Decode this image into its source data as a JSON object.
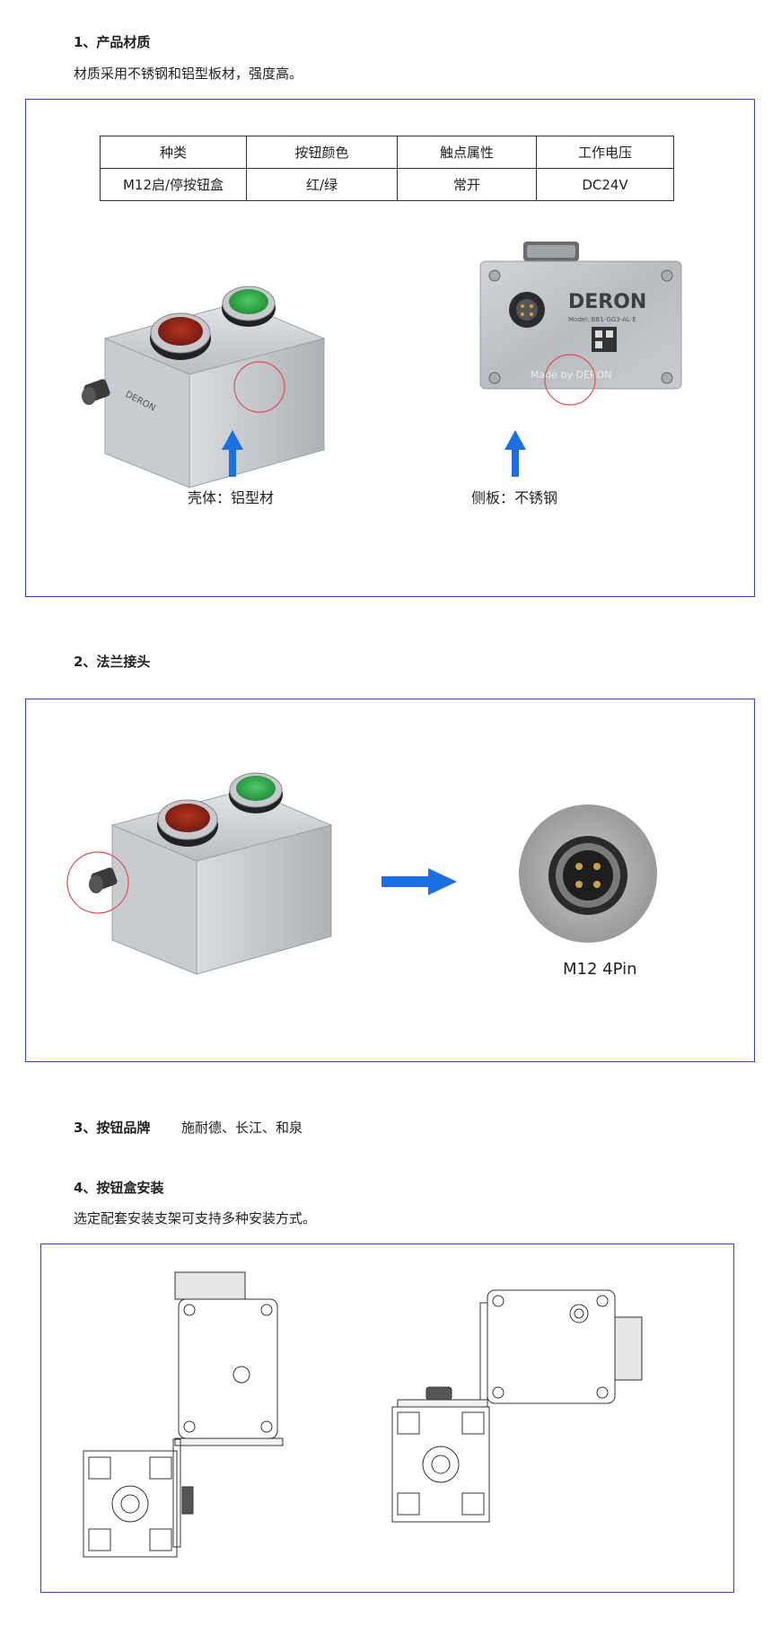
{
  "section1": {
    "heading": "1、产品材质",
    "desc": "材质采用不锈钢和铝型板材，强度高。",
    "table": {
      "headers": [
        "种类",
        "按钮颜色",
        "触点属性",
        "工作电压"
      ],
      "row": [
        "M12启/停按钮盒",
        "红/绿",
        "常开",
        "DC24V"
      ]
    },
    "label_left": "壳体：铝型材",
    "label_right": "侧板：不锈钢",
    "brand_text": "DERON",
    "model_text": "Model: BB1-GG3-AL-E",
    "made_text": "Made by DERON"
  },
  "section2": {
    "heading": "2、法兰接头",
    "connector_label": "M12 4Pin"
  },
  "section3": {
    "heading": "3、按钮品牌",
    "brands": "施耐德、长江、和泉"
  },
  "section4": {
    "heading": "4、按钮盒安装",
    "desc": "选定配套安装支架可支持多种安装方式。"
  },
  "colors": {
    "frame": "#3b3bd6",
    "arrow": "#1c6fe0",
    "circle": "#e05050",
    "red_button": "#a12a1a",
    "green_button": "#2aa34a"
  }
}
